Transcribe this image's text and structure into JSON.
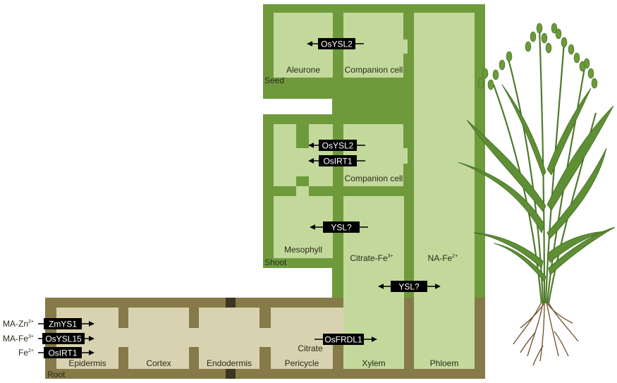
{
  "colors": {
    "shoot_green": "#6f9a3c",
    "cell_green": "#c3d99c",
    "root_olive": "#857a48",
    "cell_tan": "#d9d2b0",
    "transporter_fill": "#000000",
    "label_text": "#2a2a1a"
  },
  "regions": {
    "seed": "Seed",
    "shoot": "Shoot",
    "root": "Root"
  },
  "cells": {
    "aleurone": "Aleurone",
    "companion_cell_seed": "Companion cell",
    "companion_cell_shoot": "Companion cell",
    "mesophyll": "Mesophyll",
    "epidermis": "Epidermis",
    "cortex": "Cortex",
    "endodermis": "Endodermis",
    "pericycle": "Pericycle",
    "xylem": "Xylem",
    "phloem": "Phloem"
  },
  "solutes": {
    "citrate": "Citrate",
    "citrate_fe_base": "Citrate-Fe",
    "citrate_fe_sup": "3+",
    "na_fe_base": "NA-Fe",
    "na_fe_sup": "2+",
    "ma_zn_base": "MA-Zn",
    "ma_zn_sup": "2+",
    "ma_fe_base": "MA-Fe",
    "ma_fe_sup": "3+",
    "fe_base": "Fe",
    "fe_sup": "2+"
  },
  "transporters": {
    "osysl2_seed": "OsYSL2",
    "osysl2_shoot": "OsYSL2",
    "osirt1_shoot": "OsIRT1",
    "ysl_mesophyll": "YSL?",
    "ysl_xylem_phloem": "YSL?",
    "osfrdl1": "OsFRDL1",
    "zmys1": "ZmYS1",
    "osysl15": "OsYSL15",
    "osirt1_root": "OsIRT1"
  },
  "icons": {
    "plant": "rice-plant-icon"
  }
}
